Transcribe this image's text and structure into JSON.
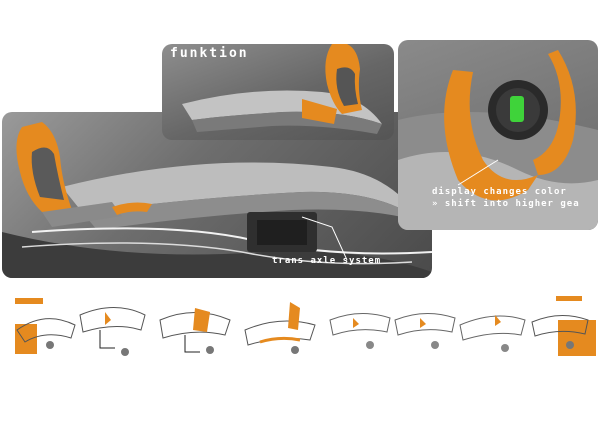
{
  "title": "funktion",
  "callouts": {
    "trans_axle": "trans axle system",
    "display": "display changes color",
    "shift_arrows": "»",
    "shift": "shift into higher gea"
  },
  "colors": {
    "accent": "#e58a1f",
    "panel_gray": "#6e6e6e",
    "display_green": "#3fd33a"
  },
  "sequence_frames": 8
}
